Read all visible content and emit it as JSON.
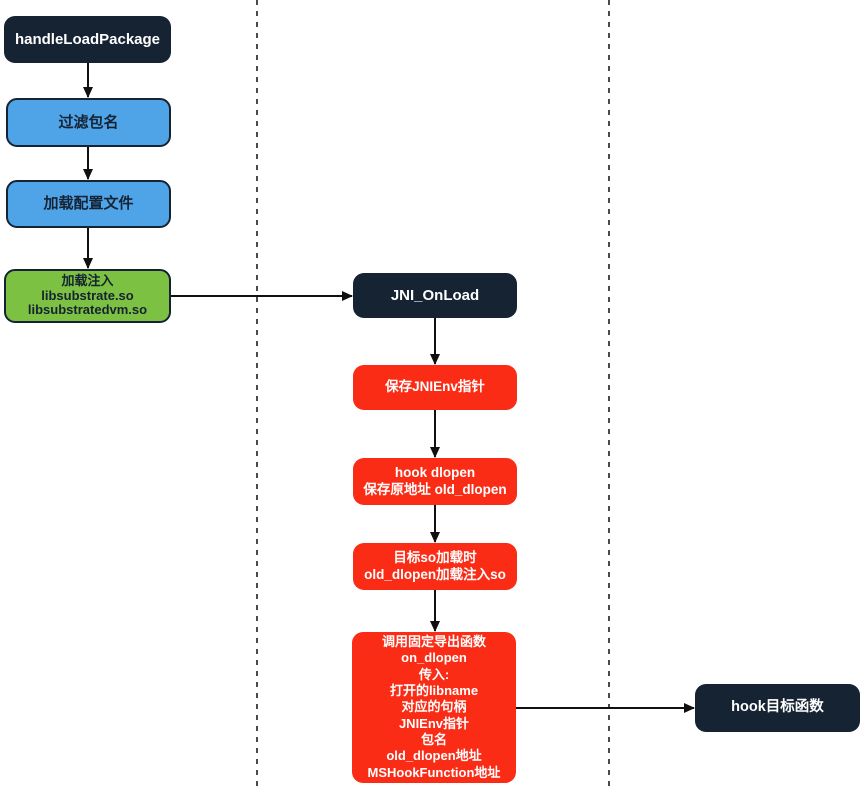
{
  "colors": {
    "dark": "#152333",
    "blue": "#4fa4e8",
    "green": "#7cc142",
    "red": "#fa2c16",
    "dash": "#4a4a4a",
    "arrow": "#101010"
  },
  "nodes": {
    "handle_load_package": {
      "label": "handleLoadPackage"
    },
    "filter_package": {
      "label": "过滤包名"
    },
    "load_config": {
      "label": "加载配置文件"
    },
    "load_inject": {
      "lines": [
        "加载注入",
        "libsubstrate.so",
        "libsubstratedvm.so"
      ]
    },
    "jni_onload": {
      "label": "JNI_OnLoad"
    },
    "save_jnienv": {
      "label": "保存JNIEnv指针"
    },
    "hook_dlopen": {
      "lines": [
        "hook dlopen",
        "保存原地址 old_dlopen"
      ]
    },
    "target_so_load": {
      "lines": [
        "目标so加载时",
        "old_dlopen加载注入so"
      ]
    },
    "call_export": {
      "lines": [
        "调用固定导出函数",
        "on_dlopen",
        "传入:",
        "打开的libname",
        "对应的句柄",
        "JNIEnv指针",
        "包名",
        "old_dlopen地址",
        "MSHookFunction地址"
      ]
    },
    "hook_target": {
      "label": "hook目标函数"
    }
  }
}
